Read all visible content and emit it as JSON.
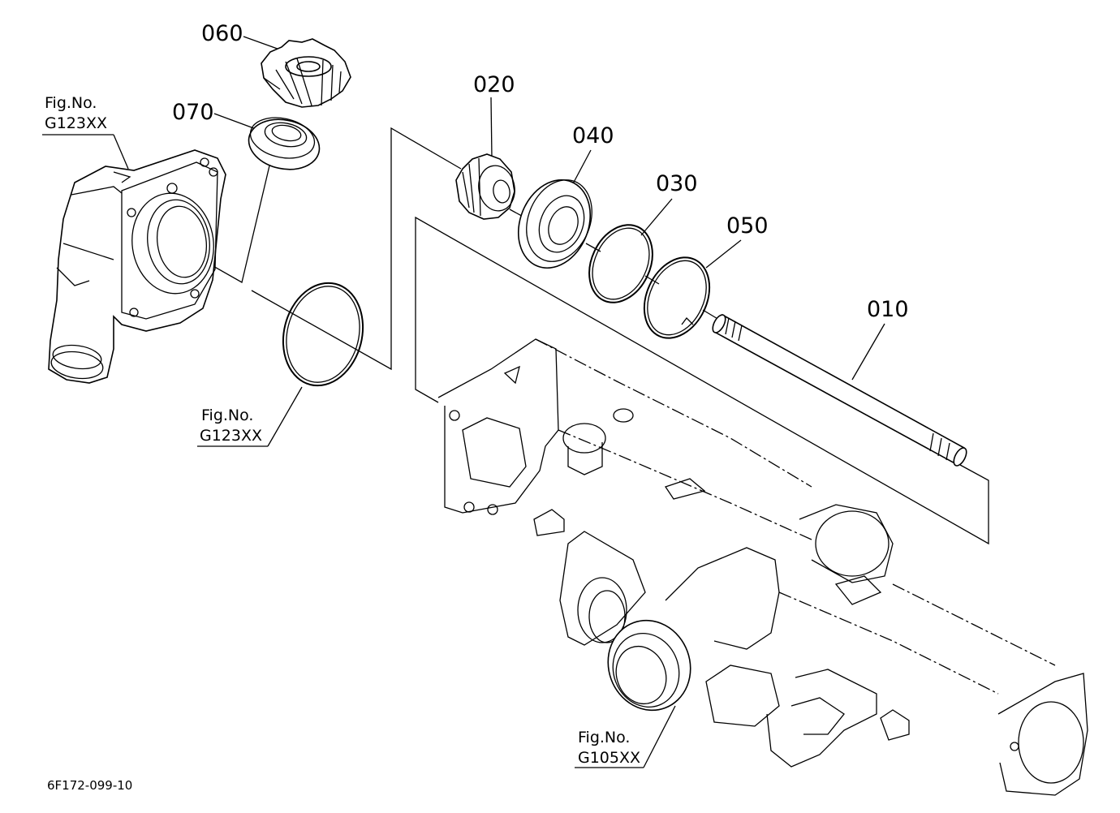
{
  "parts": [
    {
      "id": "p060",
      "number": "060"
    },
    {
      "id": "p070",
      "number": "070"
    },
    {
      "id": "p020",
      "number": "020"
    },
    {
      "id": "p040",
      "number": "040"
    },
    {
      "id": "p030",
      "number": "030"
    },
    {
      "id": "p050",
      "number": "050"
    },
    {
      "id": "p010",
      "number": "010"
    }
  ],
  "figure_refs": [
    {
      "line1": "Fig.No.",
      "line2": "G123XX"
    },
    {
      "line1": "Fig.No.",
      "line2": "G123XX"
    },
    {
      "line1": "Fig.No.",
      "line2": "G105XX"
    }
  ],
  "diagram_code": "6F172-099-10"
}
